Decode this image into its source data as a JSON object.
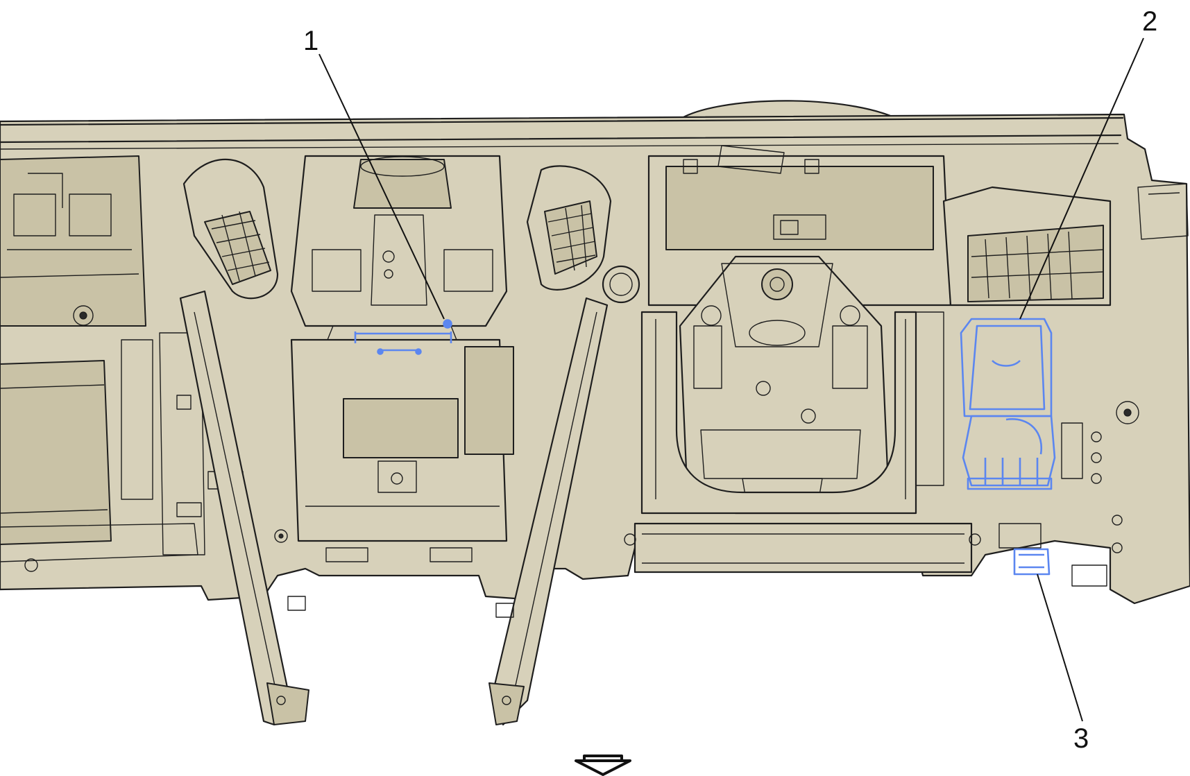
{
  "diagram": {
    "colors": {
      "panel": "#d7d1ba",
      "panel_dark": "#c9c2a6",
      "outline": "#1e1e1e",
      "highlight": "#5b86f0",
      "background": "#ffffff"
    },
    "callouts": [
      {
        "id": "1",
        "label": "1"
      },
      {
        "id": "2",
        "label": "2"
      },
      {
        "id": "3",
        "label": "3"
      }
    ],
    "view_arrow_icon": "arrow-down-outline-icon"
  }
}
